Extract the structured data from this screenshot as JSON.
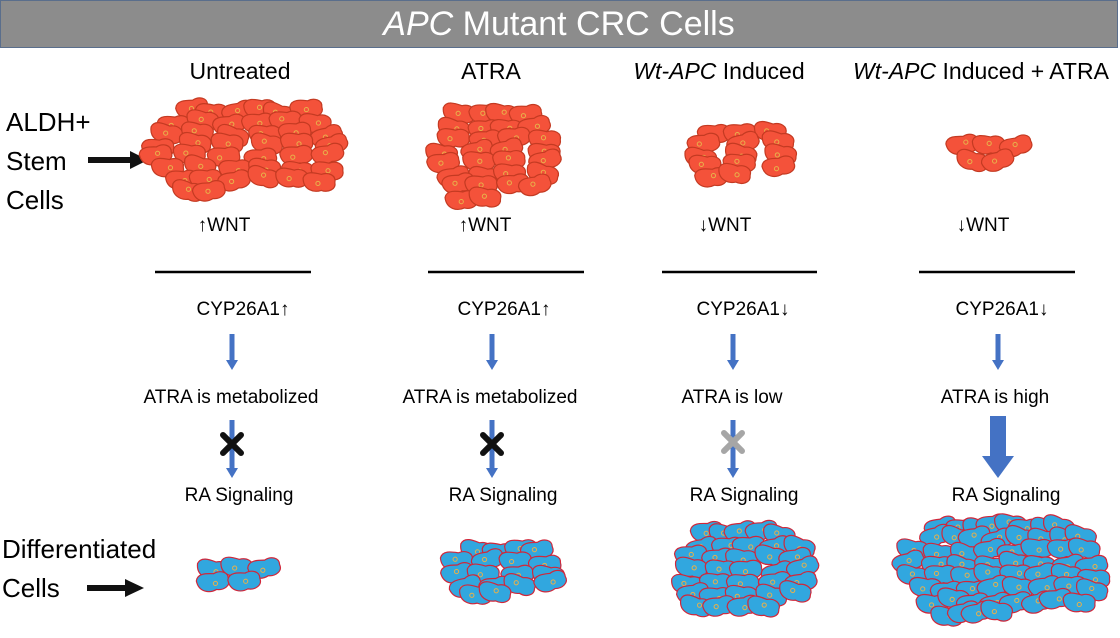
{
  "title": {
    "italic": "APC",
    "rest": " Mutant CRC Cells"
  },
  "columns": [
    {
      "head_italic": "",
      "head_text": "Untreated",
      "wnt": "↑WNT",
      "cyp": "CYP26A1↑",
      "atra": "ATRA  is metabolized",
      "signal": "RA Signaling"
    },
    {
      "head_italic": "",
      "head_text": "ATRA",
      "wnt": "↑WNT",
      "cyp": "CYP26A1↑",
      "atra": "ATRA  is metabolized",
      "signal": "RA Signaling"
    },
    {
      "head_italic": "Wt-APC",
      "head_text": " Induced",
      "wnt": "↓WNT",
      "cyp": "CYP26A1↓",
      "atra": "ATRA  is low",
      "signal": "RA Signaling"
    },
    {
      "head_italic": "Wt-APC",
      "head_text": " Induced + ATRA",
      "wnt": "↓WNT",
      "cyp": "CYP26A1↓",
      "atra": "ATRA  is high",
      "signal": "RA Signaling"
    }
  ],
  "side_labels": {
    "stem": [
      "ALDH+",
      "Stem",
      "Cells"
    ],
    "diff": [
      "Differentiated",
      "Cells"
    ]
  },
  "colors": {
    "banner": "#8c8c8c",
    "stem_cell_fill": "#f4523a",
    "stem_cell_stroke": "#c43a22",
    "diff_cell_fill": "#31a7df",
    "diff_cell_stroke": "#d0273a",
    "arrow": "#4472c4",
    "block_x": "#111111",
    "faded_x": "#a6a6a6"
  },
  "signal_states": [
    "blocked",
    "blocked",
    "weak",
    "strong"
  ]
}
